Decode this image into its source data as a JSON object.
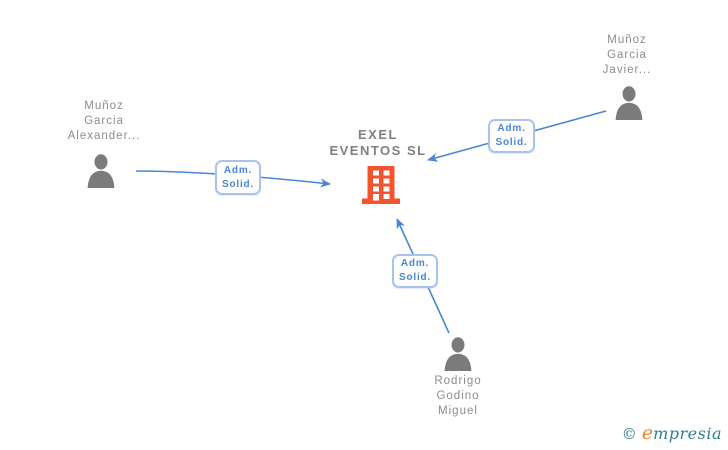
{
  "diagram": {
    "company": {
      "name_line1": "EXEL",
      "name_line2": "EVENTOS SL"
    },
    "persons": [
      {
        "name": [
          "Muñoz",
          "Garcia",
          "Alexander..."
        ]
      },
      {
        "name": [
          "Muñoz",
          "Garcia",
          "Javier..."
        ]
      },
      {
        "name": [
          "Rodrigo",
          "Godino",
          "Miguel"
        ]
      }
    ],
    "relationships": [
      {
        "label_line1": "Adm.",
        "label_line2": "Solid."
      },
      {
        "label_line1": "Adm.",
        "label_line2": "Solid."
      },
      {
        "label_line1": "Adm.",
        "label_line2": "Solid."
      }
    ]
  },
  "watermark": {
    "copyright": "©",
    "brand_initial": "e",
    "brand_rest": "mpresia"
  },
  "colors": {
    "edge_blue": "#4a86d8",
    "label_border": "#a6c4ee",
    "label_text": "#4a86d8",
    "person_gray": "#7b7b7b",
    "name_text_gray": "#8c8c8c",
    "company_text_gray": "#7f7f7f",
    "building_orange": "#f4542d",
    "brand_teal": "#2e7d91",
    "brand_orange": "#f08229",
    "background": "#ffffff"
  }
}
